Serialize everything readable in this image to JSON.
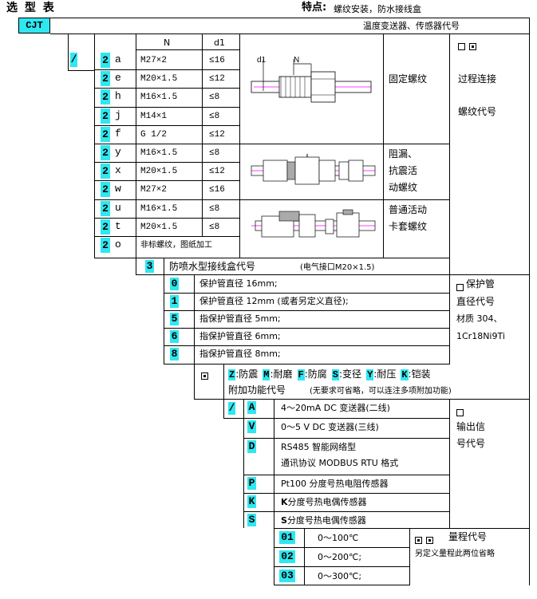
{
  "header": {
    "title": "选 型 表",
    "feature_label": "特点:",
    "feature_text": "螺纹安装，防水接线盒",
    "model": "CJT",
    "category": "温度变送器、传感器代号"
  },
  "thread_table": {
    "col_n": "N",
    "col_d1": "d1",
    "slash": "/",
    "rows": [
      {
        "code": "2",
        "suffix": "a",
        "n": "M27×2",
        "d1": "≤16"
      },
      {
        "code": "2",
        "suffix": "e",
        "n": "M20×1.5",
        "d1": "≤12"
      },
      {
        "code": "2",
        "suffix": "h",
        "n": "M16×1.5",
        "d1": "≤8"
      },
      {
        "code": "2",
        "suffix": "j",
        "n": "M14×1",
        "d1": "≤8"
      },
      {
        "code": "2",
        "suffix": "f",
        "n": "G 1/2",
        "d1": "≤12"
      },
      {
        "code": "2",
        "suffix": "y",
        "n": "M16×1.5",
        "d1": "≤8"
      },
      {
        "code": "2",
        "suffix": "x",
        "n": "M20×1.5",
        "d1": "≤12"
      },
      {
        "code": "2",
        "suffix": "w",
        "n": "M27×2",
        "d1": "≤16"
      },
      {
        "code": "2",
        "suffix": "u",
        "n": "M16×1.5",
        "d1": "≤8"
      },
      {
        "code": "2",
        "suffix": "t",
        "n": "M20×1.5",
        "d1": "≤8"
      },
      {
        "code": "2",
        "suffix": "o",
        "n": "非标螺纹，图纸加工",
        "d1": ""
      }
    ],
    "diagram_label_d1": "d1",
    "diagram_label_n": "N",
    "group1": "固定螺纹",
    "group2": "阻漏、抗震活动螺纹",
    "group2_lines": [
      "阻漏、",
      "抗震活",
      "动螺纹"
    ],
    "group3_lines": [
      "普通活动",
      "卡套螺纹"
    ],
    "right_title_lines": [
      "过程连接",
      "螺纹代号"
    ]
  },
  "box_section": {
    "code": "3",
    "label": "防喷水型接线盒代号",
    "note": "(电气接口M20×1.5)"
  },
  "pipe_section": {
    "rows": [
      {
        "code": "0",
        "text": "保护管直径 16mm;"
      },
      {
        "code": "1",
        "text": "保护管直径 12mm (或者另定义直径);"
      },
      {
        "code": "5",
        "text": "指保护管直径 5mm;"
      },
      {
        "code": "6",
        "text": "指保护管直径 6mm;"
      },
      {
        "code": "8",
        "text": "指保护管直径 8mm;"
      }
    ],
    "right_lines": [
      "保护管",
      "直径代号",
      "材质 304、",
      "1Cr18Ni9Ti"
    ]
  },
  "function_section": {
    "items": [
      {
        "code": "Z",
        "text": "防震"
      },
      {
        "code": "M",
        "text": "耐磨"
      },
      {
        "code": "F",
        "text": "防腐"
      },
      {
        "code": "S",
        "text": "变径"
      },
      {
        "code": "Y",
        "text": "耐压"
      },
      {
        "code": "K",
        "text": "铠装"
      }
    ],
    "label": "附加功能代号",
    "note": "(无要求可省略，可以连注多项附加功能)"
  },
  "output_section": {
    "slash": "/",
    "rows": [
      {
        "code": "A",
        "text": "4～20mA DC  变送器(二线)"
      },
      {
        "code": "V",
        "text": "0～5 V DC   变送器(三线)"
      },
      {
        "code": "D",
        "text": "RS485      智能网络型",
        "text2": "通讯协议 MODBUS RTU 格式"
      },
      {
        "code": "P",
        "text": "Pt100 分度号热电阻传感器"
      },
      {
        "code": "K",
        "text": "分度号热电偶传感器",
        "bold_prefix": "K"
      },
      {
        "code": "S",
        "text": "分度号热电偶传感器",
        "bold_prefix": "S"
      }
    ],
    "right_lines": [
      "输出信",
      "号代号"
    ]
  },
  "range_section": {
    "rows": [
      {
        "code": "01",
        "text": "0～100℃"
      },
      {
        "code": "02",
        "text": "0～200℃;"
      },
      {
        "code": "03",
        "text": "0～300℃;"
      }
    ],
    "title": "量程代号",
    "note": "另定义量程此两位省略"
  }
}
